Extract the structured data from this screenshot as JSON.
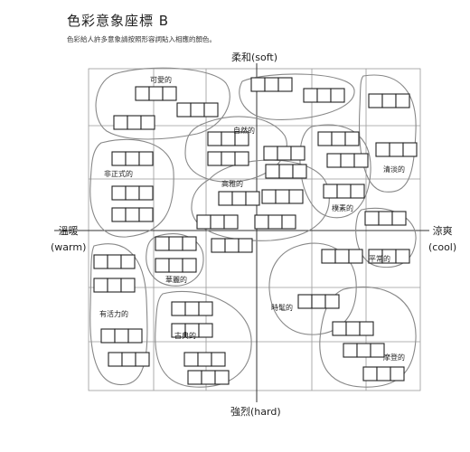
{
  "header": {
    "title": "色彩意象座標 B",
    "subtitle": "色彩給人許多意象請按照形容詞貼入相應的顏色。"
  },
  "axes": {
    "top": "柔和(soft)",
    "bottom": "強烈(hard)",
    "left_line1": "溫暖",
    "left_line2": "(warm)",
    "right_line1": "涼爽",
    "right_line2": "(cool)"
  },
  "groups": [
    {
      "label": "可愛的"
    },
    {
      "label": "自然的"
    },
    {
      "label": "清淡的"
    },
    {
      "label": "非正式的"
    },
    {
      "label": "高雅的"
    },
    {
      "label": "樸素的"
    },
    {
      "label": "華麗的"
    },
    {
      "label": "平常的"
    },
    {
      "label": "有活力的"
    },
    {
      "label": "時髦的"
    },
    {
      "label": "古典的"
    },
    {
      "label": "摩登的"
    }
  ]
}
